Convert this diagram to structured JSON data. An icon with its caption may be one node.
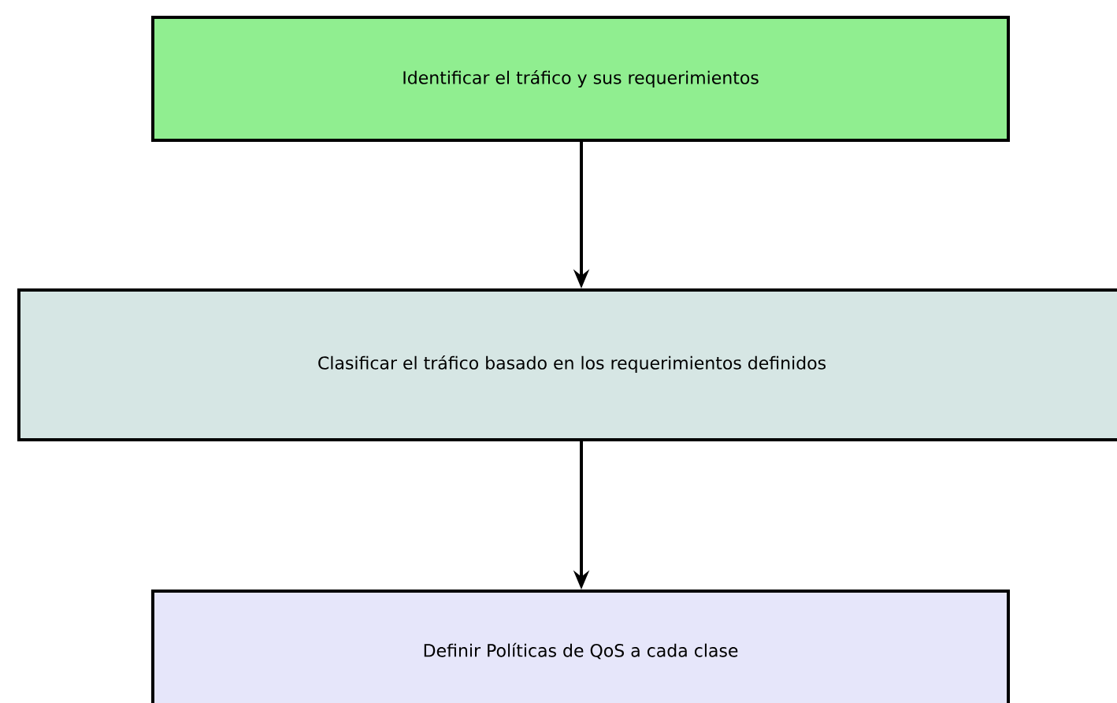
{
  "diagram": {
    "nodes": [
      {
        "text": [
          "Identificar el tráfico y sus requerimientos"
        ]
      },
      {
        "text": [
          "Clasificar el tráfico basado en los requerimientos definidos"
        ]
      },
      {
        "text": [
          "Definir Políticas de QoS a cada clase"
        ]
      }
    ],
    "edges": [
      {
        "from": 0,
        "to": 1,
        "arrow": "to"
      },
      {
        "from": 1,
        "to": 2,
        "arrow": "to"
      }
    ]
  }
}
